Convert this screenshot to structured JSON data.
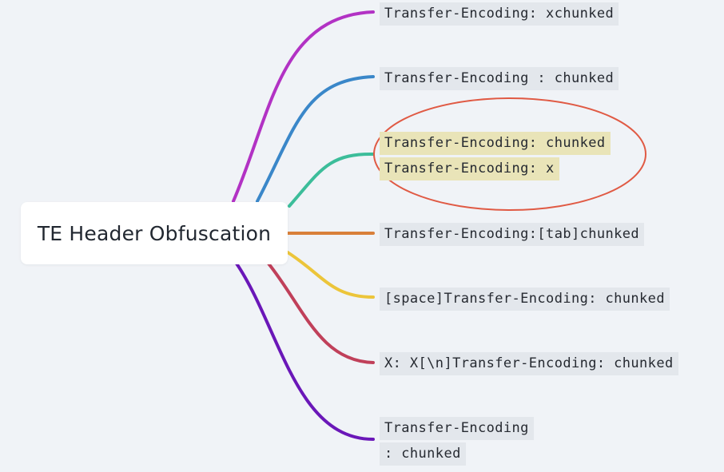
{
  "root": {
    "title": "TE Header Obfuscation"
  },
  "branches": [
    {
      "color": "#b232c4",
      "lines": [
        "Transfer-Encoding: xchunked"
      ]
    },
    {
      "color": "#3a87c9",
      "lines": [
        "Transfer-Encoding : chunked"
      ]
    },
    {
      "color": "#3cbd9a",
      "lines": [
        "Transfer-Encoding: chunked",
        "Transfer-Encoding: x"
      ],
      "highlighted": true,
      "circle_color": "#e05a44"
    },
    {
      "color": "#d9803a",
      "lines": [
        "Transfer-Encoding:[tab]chunked"
      ]
    },
    {
      "color": "#ecc53a",
      "lines": [
        "[space]Transfer-Encoding: chunked"
      ]
    },
    {
      "color": "#c0405a",
      "lines": [
        "X: X[\\n]Transfer-Encoding: chunked"
      ]
    },
    {
      "color": "#6a17b8",
      "lines": [
        "Transfer-Encoding",
        ": chunked"
      ]
    }
  ]
}
